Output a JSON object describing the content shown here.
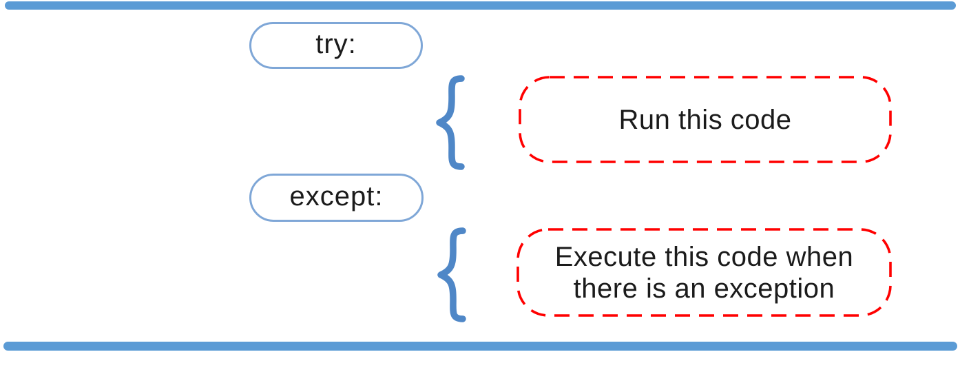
{
  "colors": {
    "bar_blue": "#5B9BD5",
    "pill_border_blue": "#7FA7D7",
    "brace_blue": "#4F87C7",
    "dashed_red": "#FF0000",
    "text": "#1b1b1b"
  },
  "diagram": {
    "try_label": "try:",
    "except_label": "except:",
    "try_note": "Run this code",
    "except_note_line1": "Execute this code when",
    "except_note_line2": "there is an exception"
  }
}
